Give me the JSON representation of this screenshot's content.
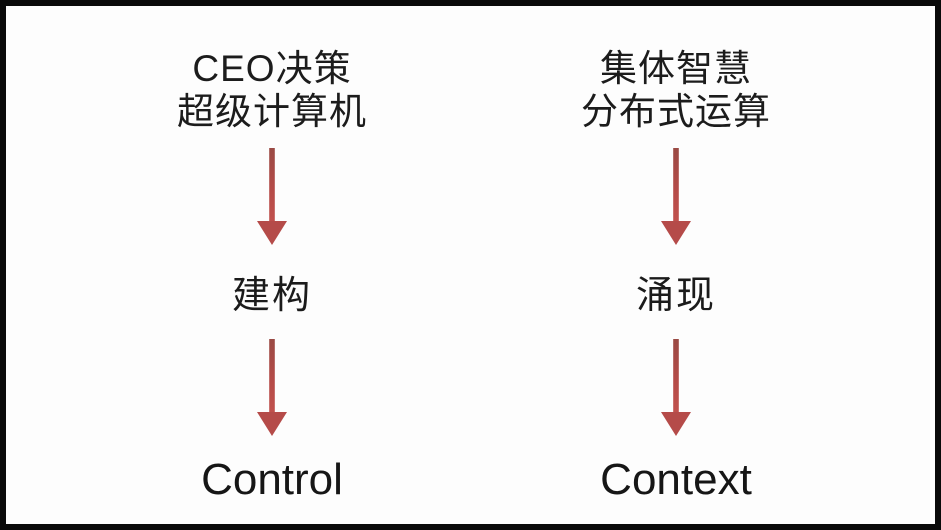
{
  "page": {
    "background_color": "#fdfdfd",
    "frame_color": "#0a0a0a"
  },
  "arrow": {
    "shape": "down-arrow",
    "color_top": "#9a4a44",
    "color_bottom": "#c2524e"
  },
  "columns": [
    {
      "id": "ceo-control",
      "heading_line1": "CEO决策",
      "heading_line2": "超级计算机",
      "mid_label": "建构",
      "bottom_label": "Control"
    },
    {
      "id": "collective-context",
      "heading_line1": "集体智慧",
      "heading_line2": "分布式运算",
      "mid_label": "涌现",
      "bottom_label": "Context"
    }
  ]
}
